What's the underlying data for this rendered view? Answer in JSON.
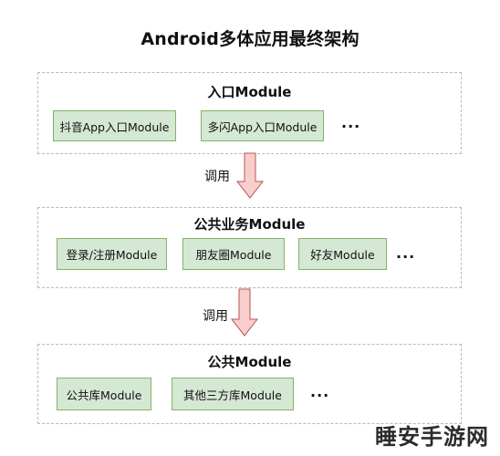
{
  "title": "Android多体应用最终架构",
  "layers": [
    {
      "title": "入口Module",
      "modules": [
        "抖音App入口Module",
        "多闪App入口Module"
      ],
      "ellipsis": "..."
    },
    {
      "title": "公共业务Module",
      "modules": [
        "登录/注册Module",
        "朋友圈Module",
        "好友Module"
      ],
      "ellipsis": "..."
    },
    {
      "title": "公共Module",
      "modules": [
        "公共库Module",
        "其他三方库Module"
      ],
      "ellipsis": "..."
    }
  ],
  "arrows": [
    {
      "label": "调用"
    },
    {
      "label": "调用"
    }
  ],
  "watermark": "睡安手游网",
  "colors": {
    "module_fill": "#d5e8d4",
    "module_border": "#82b366",
    "arrow_fill": "#f8cecc",
    "arrow_border": "#b85450",
    "layer_border": "#b9b9b9"
  }
}
